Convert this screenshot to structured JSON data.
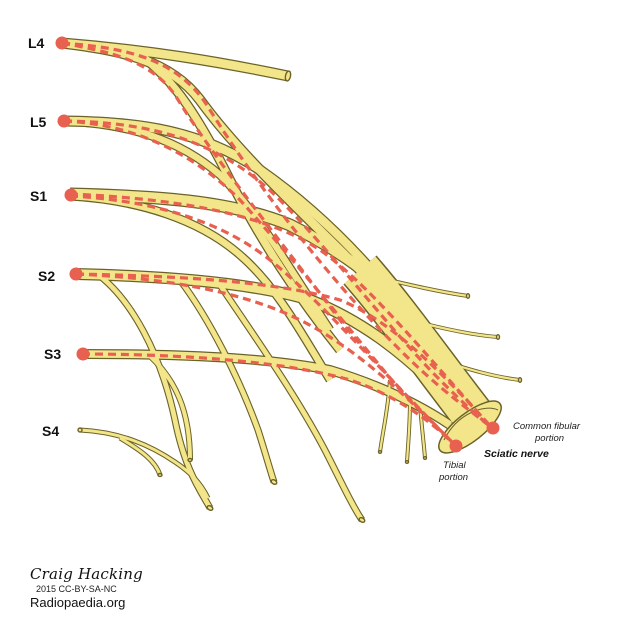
{
  "colors": {
    "nerve_fill": "#f3e58a",
    "nerve_outline": "#6b6228",
    "tract": "#e8604f",
    "label": "#111111"
  },
  "roots": [
    {
      "id": "l4",
      "label": "L4"
    },
    {
      "id": "l5",
      "label": "L5"
    },
    {
      "id": "s1",
      "label": "S1"
    },
    {
      "id": "s2",
      "label": "S2"
    },
    {
      "id": "s3",
      "label": "S3"
    },
    {
      "id": "s4",
      "label": "S4"
    }
  ],
  "annotations": {
    "common_fibular": [
      "Common fibular",
      "portion"
    ],
    "tibial": [
      "Tibial",
      "portion"
    ],
    "sciatic": "Sciatic nerve"
  },
  "credit": {
    "author": "Craig Hacking",
    "license": "2015 CC-BY-SA-NC",
    "site": "Radiopaedia.org"
  }
}
